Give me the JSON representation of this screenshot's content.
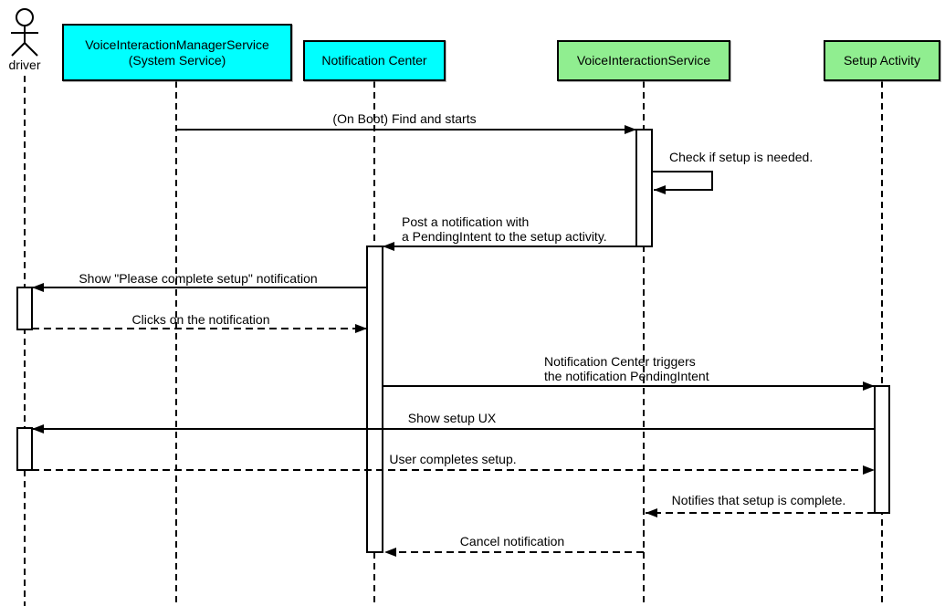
{
  "diagram": {
    "type": "uml-sequence",
    "background_color": "#ffffff",
    "line_color": "#000000",
    "actor": {
      "label": "driver"
    },
    "participants": [
      {
        "id": "vims",
        "label": "VoiceInteractionManagerService\n(System Service)",
        "fill_color": "#00ffff"
      },
      {
        "id": "notification-center",
        "label": "Notification Center",
        "fill_color": "#00ffff"
      },
      {
        "id": "vis",
        "label": "VoiceInteractionService",
        "fill_color": "#90ee90"
      },
      {
        "id": "setup-activity",
        "label": "Setup Activity",
        "fill_color": "#90ee90"
      }
    ],
    "messages": [
      {
        "from": "VoiceInteractionManagerService (System Service)",
        "to": "VoiceInteractionService",
        "label": "(On Boot) Find and starts",
        "line_style": "solid"
      },
      {
        "from": "VoiceInteractionService",
        "to": "VoiceInteractionService",
        "label": "Check if setup is needed.",
        "line_style": "solid-self"
      },
      {
        "from": "VoiceInteractionService",
        "to": "Notification Center",
        "label": "Post a notification with\na PendingIntent to the setup activity.",
        "line_style": "solid"
      },
      {
        "from": "Notification Center",
        "to": "driver",
        "label": "Show \"Please complete setup\" notification",
        "line_style": "solid"
      },
      {
        "from": "driver",
        "to": "Notification Center",
        "label": "Clicks on the notification",
        "line_style": "dashed"
      },
      {
        "from": "Notification Center",
        "to": "Setup Activity",
        "label": "Notification Center triggers\nthe notification PendingIntent",
        "line_style": "solid"
      },
      {
        "from": "Setup Activity",
        "to": "driver",
        "label": "Show setup UX",
        "line_style": "solid"
      },
      {
        "from": "driver",
        "to": "Setup Activity",
        "label": "User completes setup.",
        "line_style": "dashed"
      },
      {
        "from": "Setup Activity",
        "to": "VoiceInteractionService",
        "label": "Notifies that setup is complete.",
        "line_style": "dashed"
      },
      {
        "from": "VoiceInteractionService",
        "to": "Notification Center",
        "label": "Cancel notification",
        "line_style": "dashed"
      }
    ]
  }
}
